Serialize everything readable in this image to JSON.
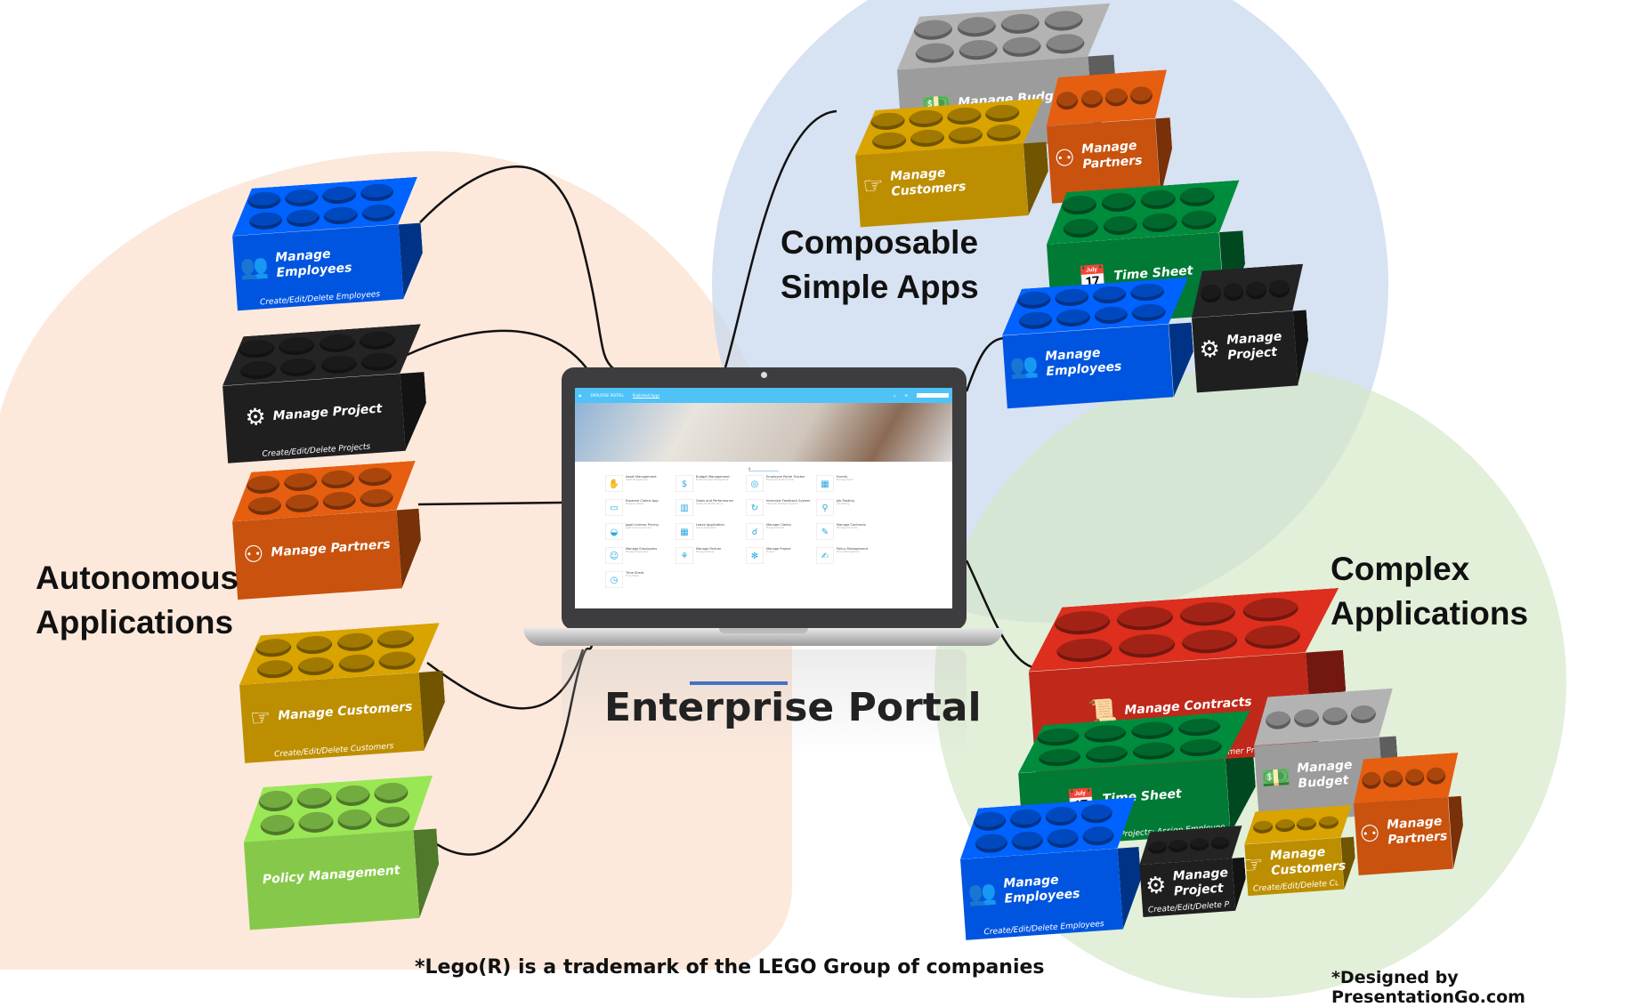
{
  "headings": {
    "autonomous": "Autonomous Applications",
    "composable": "Composable Simple Apps",
    "complex": "Complex Applications",
    "portal": "Enterprise Portal"
  },
  "footer": {
    "trademark": "*Lego(R) is a trademark of the LEGO Group of companies",
    "credit": "*Designed by PresentationGo.com"
  },
  "colors": {
    "blue": "#0055e0",
    "black": "#1f1f1f",
    "orange": "#c8520e",
    "gold": "#bd8e00",
    "lime": "#86c94a",
    "gray": "#9c9c9c",
    "green": "#007a35",
    "red": "#c0281a",
    "portal_nav": "#4fc3f7"
  },
  "autonomous": [
    {
      "label": "Manage Employees",
      "sub": "Create/Edit/Delete Employees",
      "color": "#0055e0",
      "icon": "people-icon",
      "glyph": "👥"
    },
    {
      "label": "Manage Project",
      "sub": "Create/Edit/Delete Projects",
      "color": "#1f1f1f",
      "icon": "gear-map-icon",
      "glyph": "⚙"
    },
    {
      "label": "Manage Partners",
      "sub": "",
      "color": "#c8520e",
      "icon": "partners-icon",
      "glyph": "⚇"
    },
    {
      "label": "Manage Customers",
      "sub": "Create/Edit/Delete Customers",
      "color": "#bd8e00",
      "icon": "hand-key-icon",
      "glyph": "☞"
    },
    {
      "label": "Policy Management",
      "sub": "",
      "color": "#86c94a",
      "icon": "",
      "glyph": ""
    }
  ],
  "composable": [
    {
      "label": "Manage Budget",
      "sub": "",
      "color": "#9c9c9c",
      "icon": "money-hand-icon",
      "glyph": "💵"
    },
    {
      "label": "Manage Customers",
      "sub": "",
      "color": "#bd8e00",
      "icon": "hand-key-icon",
      "glyph": "☞"
    },
    {
      "label": "Manage Partners",
      "sub": "",
      "color": "#c8520e",
      "icon": "partners-icon",
      "glyph": "⚇"
    },
    {
      "label": "Time Sheet",
      "sub": "",
      "color": "#007a35",
      "icon": "calendar-clock-icon",
      "glyph": "📅"
    },
    {
      "label": "Manage Employees",
      "sub": "",
      "color": "#0055e0",
      "icon": "people-icon",
      "glyph": "👥"
    },
    {
      "label": "Manage Project",
      "sub": "",
      "color": "#1f1f1f",
      "icon": "gear-map-icon",
      "glyph": "⚙"
    }
  ],
  "complex": [
    {
      "label": "Manage Contracts",
      "sub": "Create  and Manage Contracts for Customer Projects",
      "color": "#c0281a",
      "icon": "scroll-icon",
      "glyph": "📜"
    },
    {
      "label": "Time Sheet",
      "sub": "Create Timesheets for Projects; Assign Employees",
      "color": "#007a35",
      "icon": "calendar-clock-icon",
      "glyph": "📅"
    },
    {
      "label": "Manage Budget",
      "sub": "",
      "color": "#9c9c9c",
      "icon": "money-hand-icon",
      "glyph": "💵"
    },
    {
      "label": "Manage Employees",
      "sub": "Create/Edit/Delete Employees",
      "color": "#0055e0",
      "icon": "people-icon",
      "glyph": "👥"
    },
    {
      "label": "Manage Project",
      "sub": "Create/Edit/Delete Projects",
      "color": "#1f1f1f",
      "icon": "gear-map-icon",
      "glyph": "⚙"
    },
    {
      "label": "Manage Customers",
      "sub": "Create/Edit/Delete Customers",
      "color": "#bd8e00",
      "icon": "hand-key-icon",
      "glyph": "☞"
    },
    {
      "label": "Manage Partners",
      "sub": "",
      "color": "#c8520e",
      "icon": "partners-icon",
      "glyph": "⚇"
    }
  ],
  "portal": {
    "brand": "EMPLOYEE PORTAL",
    "tab": "Published Apps",
    "apps": [
      {
        "name": "Asset Management",
        "sub": "Asset Management",
        "glyph": "✋"
      },
      {
        "name": "Budget Management",
        "sub": "Mobile Budget Management",
        "glyph": "$"
      },
      {
        "name": "Employee Portal Tracker",
        "sub": "Employee Portal Tracker",
        "glyph": "◎"
      },
      {
        "name": "Events",
        "sub": "Manage Event",
        "glyph": "▦"
      },
      {
        "name": "Expense Claims App",
        "sub": "Expense Claims",
        "glyph": "▭"
      },
      {
        "name": "Goals and Performance",
        "sub": "Goals and Performance",
        "glyph": "▥"
      },
      {
        "name": "Interview Feedback System",
        "sub": "Interview Feedback System",
        "glyph": "↻"
      },
      {
        "name": "Job Posting",
        "sub": "Job Posting",
        "glyph": "⚲"
      },
      {
        "name": "Jogel License Pricing",
        "sub": "Jogel Licensing Pricing",
        "glyph": "◒"
      },
      {
        "name": "Leave Application",
        "sub": "Leave Application",
        "glyph": "▦"
      },
      {
        "name": "Manage Clients",
        "sub": "Manage Clients",
        "glyph": "☌"
      },
      {
        "name": "Manage Contracts",
        "sub": "Manage Contracts",
        "glyph": "✎"
      },
      {
        "name": "Manage Employees",
        "sub": "Manage Employees",
        "glyph": "☺"
      },
      {
        "name": "Manage Partner",
        "sub": "Manage Partner",
        "glyph": "⚘"
      },
      {
        "name": "Manage Project",
        "sub": "Project",
        "glyph": "✻"
      },
      {
        "name": "Policy Management",
        "sub": "Policy Management",
        "glyph": "✍"
      },
      {
        "name": "Time Sheet",
        "sub": "Time Sheet",
        "glyph": "◷"
      }
    ]
  }
}
